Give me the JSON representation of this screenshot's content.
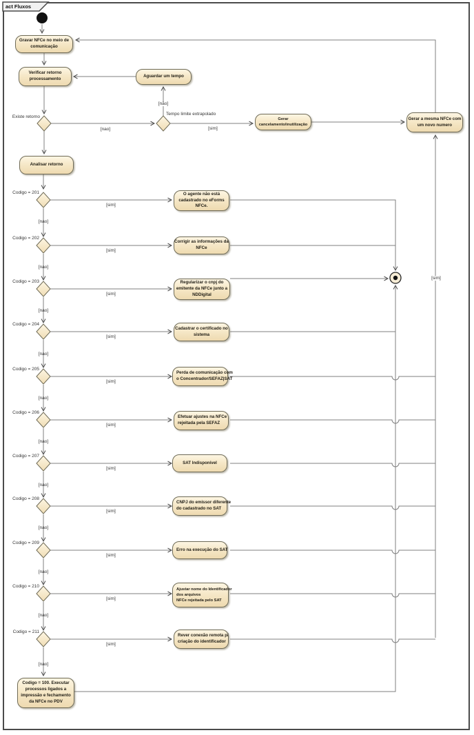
{
  "frame": {
    "tab_label": "act Fluxos"
  },
  "colors": {
    "node_fill_top": "#fdf6e3",
    "node_fill_bottom": "#eedab0",
    "node_border": "#6f6b57",
    "connector": "#7f7f7f",
    "frame_border": "#4a4a4a"
  },
  "nodes": {
    "gravar": {
      "label": "Gravar NFCe no meio de\ncomunicação"
    },
    "verificar": {
      "label": "Verificar retorno\nprocessamento"
    },
    "aguardar": {
      "label": "Aguardar um tempo"
    },
    "gerar_cancelamento": {
      "label": "Gerar\ncancelamento/inutilização"
    },
    "gerar_mesma_nfce": {
      "label": "Gerar a mesma NFCe com\num novo numero"
    },
    "analisar": {
      "label": "Analisar retorno"
    },
    "codigo_100": {
      "label": "Codigo = 100. Executar\nprocessos ligados a\nimpressão e fechamento\nda NFCe no PDV"
    }
  },
  "decisions": {
    "existe_retorno": {
      "label": "Existe retorno"
    },
    "tempo_limite": {
      "label": "Tempo limite extrapolado"
    }
  },
  "guards": {
    "sim": "[sim]",
    "nao": "[nao]",
    "nao_accented": "[não]"
  },
  "rows": [
    {
      "code": "Codigo = 201",
      "action": "O agente não está\ncadastrado no eForms\nNFCe."
    },
    {
      "code": "Codigo = 202",
      "action": "Corrigir as informações da\nNFCe"
    },
    {
      "code": "Codigo = 203",
      "action": "Regularizar o cnpj do\nemitente da NFCe junto a\nNDDigital"
    },
    {
      "code": "Codigo = 204",
      "action": "Cadastrar o certificado no\nsistema"
    },
    {
      "code": "Codigo = 205",
      "action": "Perda de comunicação com\no Concentrador/SEFAZ|SAT"
    },
    {
      "code": "Codigo = 206",
      "action": "Efetuar ajustes na NFCe\nrejeitada pela SEFAZ"
    },
    {
      "code": "Codigo = 207",
      "action": "SAT Indisponível"
    },
    {
      "code": "Codigo = 208",
      "action": "CNPJ do emissor diferente\ndo cadastrado no SAT"
    },
    {
      "code": "Codigo = 209",
      "action": "Erro na execução do SAT"
    },
    {
      "code": "Codigo = 210",
      "action": "Ajustar nome do Identificador\ndos arquivos\nNFCe rejeitada pelo SAT"
    },
    {
      "code": "Codigo = 211",
      "action": "Rever conexão remota p/\ncriação do identificador"
    }
  ]
}
